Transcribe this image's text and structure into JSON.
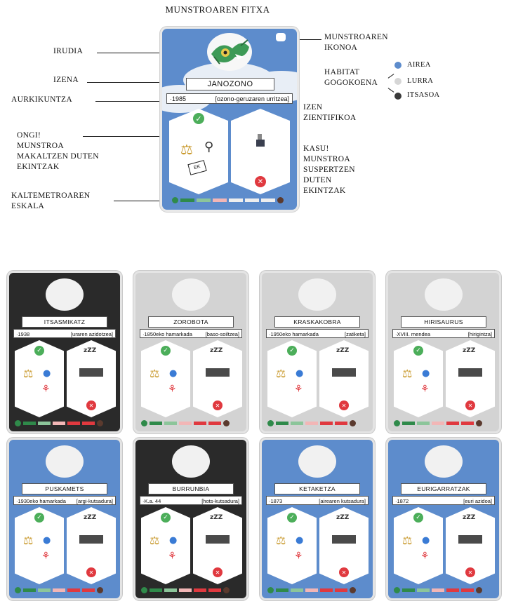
{
  "title": "MUNSTROAREN FITXA",
  "labels": {
    "irudia": "IRUDIA",
    "izena": "IZENA",
    "aurkikuntza": "AURKIKUNTZA",
    "ongi": [
      "ONGI!",
      "MUNSTROA",
      "MAKALTZEN DUTEN",
      "EKINTZAK"
    ],
    "kaltemetroa": [
      "KALTEMETROAREN",
      "ESKALA"
    ],
    "ikonoa": [
      "MUNSTROAREN",
      "IKONOA"
    ],
    "habitat": [
      "HABITAT",
      "GOGOKOENA"
    ],
    "izen_zientifikoa": [
      "IZEN",
      "ZIENTIFIKOA"
    ],
    "kasu": [
      "KASU!",
      "MUNSTROA",
      "SUSPERTZEN",
      "DUTEN",
      "EKINTZAK"
    ]
  },
  "habitats": [
    {
      "name": "AIREA",
      "color": "#5d8ccc"
    },
    {
      "name": "LURRA",
      "color": "#d6d6d6"
    },
    {
      "name": "ITSASOA",
      "color": "#3a3a3a"
    }
  ],
  "main_card": {
    "name": "JANOZONO",
    "year": "1985",
    "scientific": "[ozono-geruzaren urritzea]",
    "ek": "EK"
  },
  "cards": [
    {
      "name": "ITSASMIKATZ",
      "year": "1938",
      "sci": "[uraren azidotzea]",
      "bg": "#2a2a2a"
    },
    {
      "name": "ZOROBOTA",
      "year": "1850eko hamarkada",
      "sci": "[baso-soiltzea]",
      "bg": "#d3d3d3"
    },
    {
      "name": "KRASKAKOBRA",
      "year": "1950eko hamarkada",
      "sci": "[zatiketa]",
      "bg": "#d3d3d3"
    },
    {
      "name": "HIRISAURUS",
      "year": "XVIII. mendea",
      "sci": "[hirigintza]",
      "bg": "#d3d3d3"
    },
    {
      "name": "PUSKAMETS",
      "year": "1930eko hamarkada",
      "sci": "[argi-kutsadura]",
      "bg": "#5d8ccc"
    },
    {
      "name": "BURRUNBIA",
      "year": "K.a. 44",
      "sci": "[hots-kutsadura]",
      "bg": "#2a2a2a"
    },
    {
      "name": "KETAKETZA",
      "year": "1873",
      "sci": "[airearen kutsadura]",
      "bg": "#5d8ccc"
    },
    {
      "name": "EURIGARRATZAK",
      "year": "1872",
      "sci": "[euri azidoa]",
      "bg": "#5d8ccc"
    }
  ],
  "scale_colors": [
    "#2f8a4a",
    "#8cc59a",
    "#f2b6b6",
    "#e0393f",
    "#e0393f",
    "#222222"
  ],
  "icons": {
    "check": "✓",
    "cross": "✕",
    "sleep": "zZZ"
  }
}
